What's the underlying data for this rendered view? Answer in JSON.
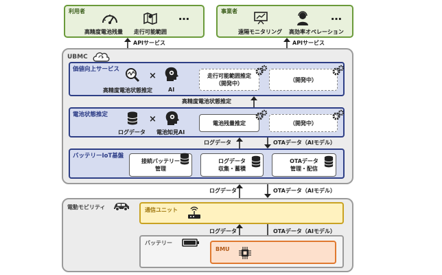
{
  "top": {
    "users": {
      "title": "利用者",
      "items": [
        "高精度電池残量",
        "走行可能範囲"
      ],
      "more": "…"
    },
    "operators": {
      "title": "事業者",
      "items": [
        "遠隔モニタリング",
        "高効率オペレーション"
      ],
      "more": "…"
    },
    "api_left": "APIサービス",
    "api_right": "APIサービス"
  },
  "ubmc": {
    "title": "UBMC",
    "value_service": {
      "title": "価値向上サービス",
      "left_label": "高精度電池状態推定",
      "times": "×",
      "ai_label": "AI",
      "box1": "走行可能範囲推定\n（開発中）",
      "box2": "（開発中）"
    },
    "between1": "高精度電池状態推定",
    "battery_state": {
      "title": "電池状態推定",
      "log_label": "ログデータ",
      "times": "×",
      "ai_label": "電池知見AI",
      "box1": "電池残量推定",
      "box2": "（開発中）"
    },
    "between2_left": "ログデータ",
    "between2_right": "OTAデータ（AIモデル）",
    "iot": {
      "title": "バッテリーIoT基盤",
      "box1": "接続バッテリー\n管理",
      "box2": "ログデータ\n収集・蓄積",
      "box3": "OTAデータ\n管理・配信"
    }
  },
  "mid_left": "ログデータ",
  "mid_right": "OTAデータ（AIモデル）",
  "mobility": {
    "title": "電動モビリティ",
    "comm_unit": "通信ユニット",
    "log_label": "ログデータ",
    "ota_label": "OTAデータ（AIモデル）",
    "battery": "バッテリー",
    "bmu": "BMU"
  }
}
